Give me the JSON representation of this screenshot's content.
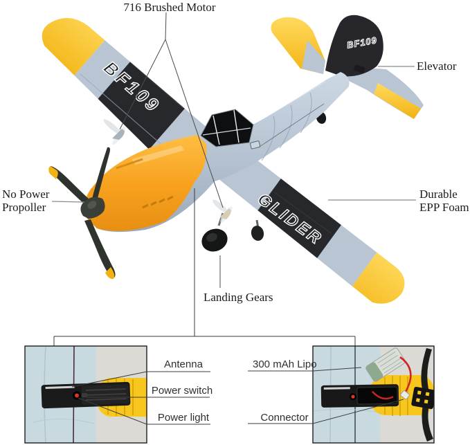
{
  "callouts": {
    "motor": "716 Brushed Motor",
    "elevator": "Elevator",
    "no_power_line1": "No Power",
    "no_power_line2": "Propoller",
    "epp_line1": "Durable",
    "epp_line2": "EPP Foam",
    "landing_gears": "Landing Gears"
  },
  "insets": {
    "left": {
      "antenna": "Antenna",
      "power_switch": "Power switch",
      "power_light": "Power light"
    },
    "right": {
      "lipo": "300 mAh Lipo",
      "connector": "Connector"
    }
  },
  "markings": {
    "left_wing": "BF109",
    "right_wing": "GLIDER",
    "tail": "BF109"
  },
  "colors": {
    "foam_gray": "#b9c5d3",
    "wing_black": "#27282c",
    "accent_yellow": "#f7c41e",
    "nose_orange": "#f5a21d",
    "power_light_red": "#e23325",
    "battery_wire_red": "#cf2424"
  }
}
